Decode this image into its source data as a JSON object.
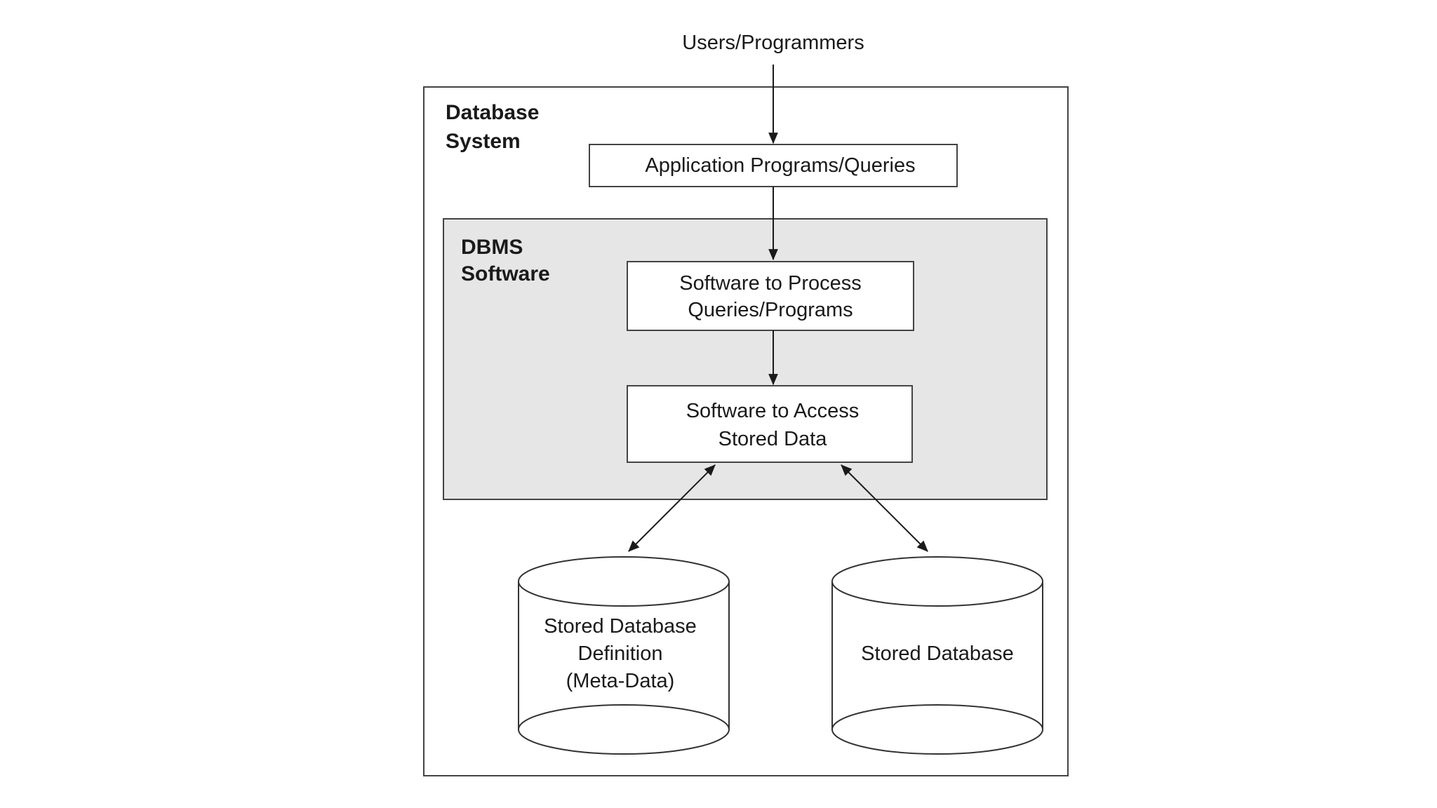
{
  "diagram": {
    "top_label": "Users/Programmers",
    "database_system": {
      "label_line1": "Database",
      "label_line2": "System"
    },
    "application_box": {
      "label": "Application Programs/Queries"
    },
    "dbms_software": {
      "label_line1": "DBMS",
      "label_line2": "Software",
      "fill_color": "#e6e6e6"
    },
    "process_box": {
      "label_line1": "Software to Process",
      "label_line2": "Queries/Programs"
    },
    "access_box": {
      "label_line1": "Software to Access",
      "label_line2": "Stored Data"
    },
    "metadata_cylinder": {
      "label_line1": "Stored Database",
      "label_line2": "Definition",
      "label_line3": "(Meta-Data)"
    },
    "database_cylinder": {
      "label": "Stored Database"
    }
  }
}
